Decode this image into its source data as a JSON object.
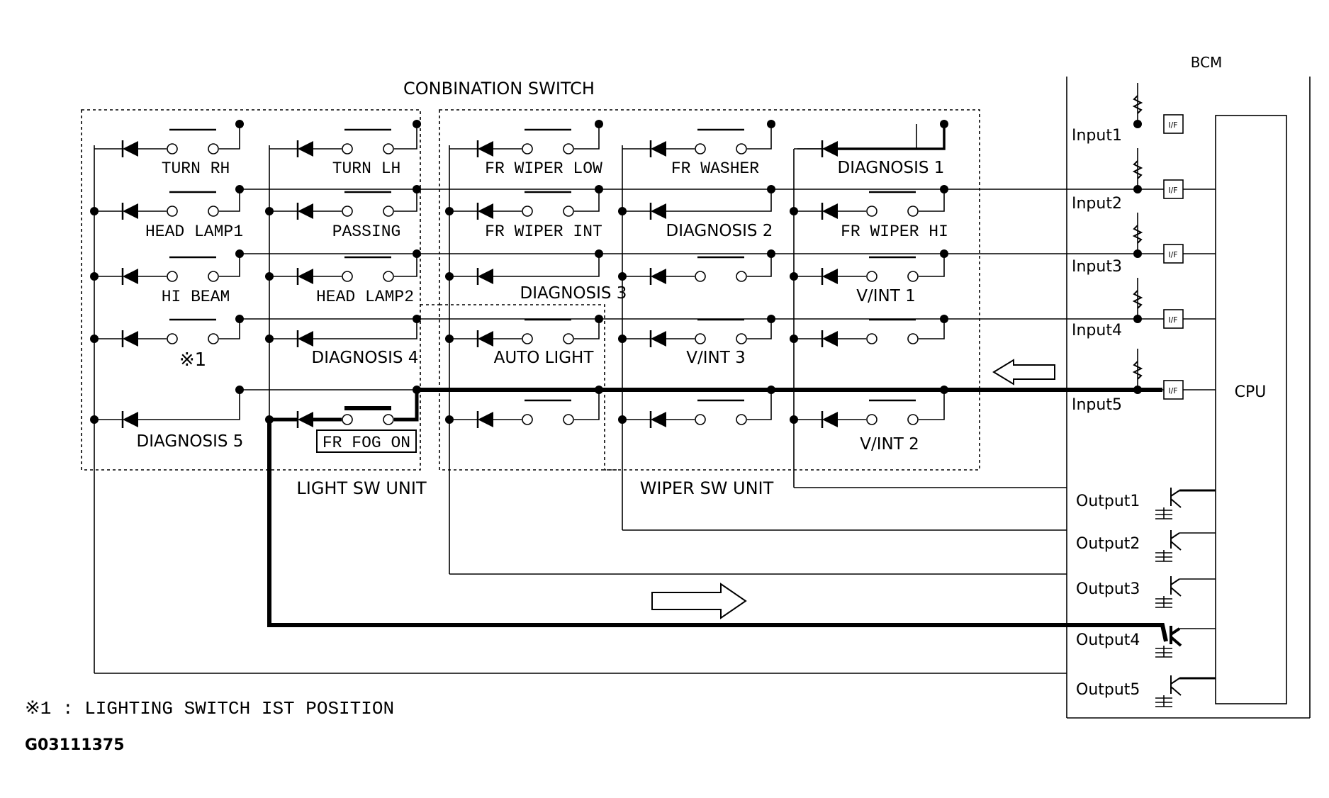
{
  "title": "CONBINATION SWITCH",
  "bcm_label": "BCM",
  "cpu_label": "CPU",
  "if_label": "I/F",
  "units": {
    "light": "LIGHT SW UNIT",
    "wiper": "WIPER SW UNIT"
  },
  "switches": {
    "turn_rh": "TURN RH",
    "turn_lh": "TURN LH",
    "fr_wiper_low": "FR WIPER LOW",
    "fr_washer": "FR WASHER",
    "diagnosis_1": "DIAGNOSIS 1",
    "head_lamp1": "HEAD LAMP1",
    "passing": "PASSING",
    "fr_wiper_int": "FR WIPER INT",
    "diagnosis_2": "DIAGNOSIS 2",
    "fr_wiper_hi": "FR WIPER HI",
    "hi_beam": "HI BEAM",
    "head_lamp2": "HEAD LAMP2",
    "diagnosis_3": "DIAGNOSIS 3",
    "v_int_1": "V/INT 1",
    "note_1": "※1",
    "diagnosis_4": "DIAGNOSIS 4",
    "auto_light": "AUTO LIGHT",
    "v_int_3": "V/INT 3",
    "diagnosis_5": "DIAGNOSIS 5",
    "fr_fog_on": "FR FOG ON",
    "v_int_2": "V/INT 2"
  },
  "inputs": [
    "Input1",
    "Input2",
    "Input3",
    "Input4",
    "Input5"
  ],
  "outputs": [
    "Output1",
    "Output2",
    "Output3",
    "Output4",
    "Output5"
  ],
  "footnote": "※1 : LIGHTING SWITCH IST POSITION",
  "figure_id": "G03111375"
}
